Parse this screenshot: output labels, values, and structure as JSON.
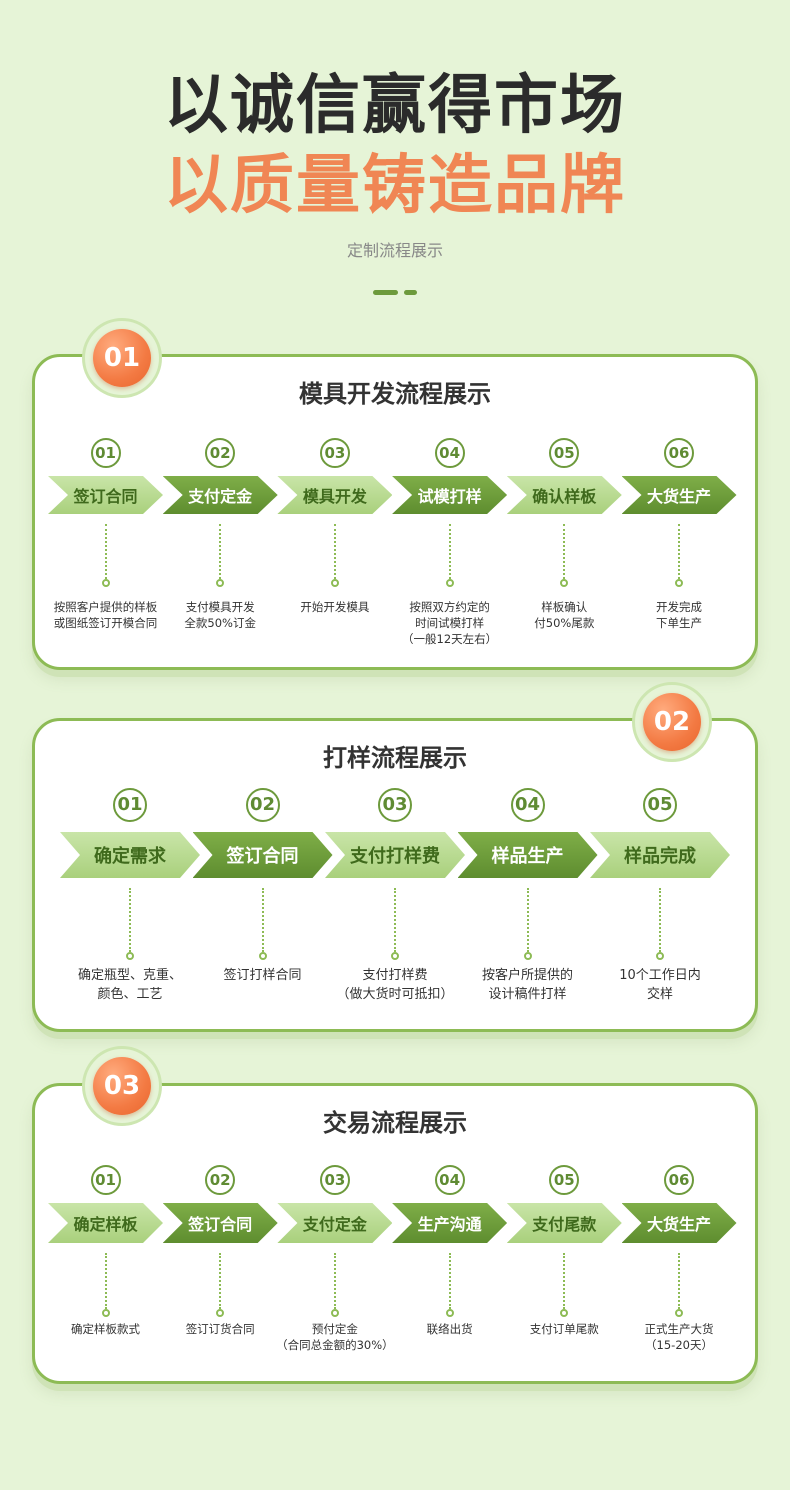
{
  "header": {
    "title_line1": "以诚信赢得市场",
    "title_line2": "以质量铸造品牌",
    "subtitle": "定制流程展示"
  },
  "colors": {
    "background": "#e6f4d7",
    "accent_green": "#6d9a3c",
    "light_green": "#c9e5a8",
    "accent_orange": "#f08654",
    "title_dark": "#2b2b2b"
  },
  "sections": [
    {
      "badge": "01",
      "title": "模具开发流程展示",
      "steps": [
        {
          "num": "01",
          "label": "签订合同",
          "desc": [
            "按照客户提供的样板",
            "或图纸签订开模合同"
          ]
        },
        {
          "num": "02",
          "label": "支付定金",
          "desc": [
            "支付模具开发",
            "全款50%订金"
          ]
        },
        {
          "num": "03",
          "label": "模具开发",
          "desc": [
            "开始开发模具"
          ]
        },
        {
          "num": "04",
          "label": "试模打样",
          "desc": [
            "按照双方约定的",
            "时间试模打样",
            "（一般12天左右）"
          ]
        },
        {
          "num": "05",
          "label": "确认样板",
          "desc": [
            "样板确认",
            "付50%尾款"
          ]
        },
        {
          "num": "06",
          "label": "大货生产",
          "desc": [
            "开发完成",
            "下单生产"
          ]
        }
      ]
    },
    {
      "badge": "02",
      "title": "打样流程展示",
      "steps": [
        {
          "num": "01",
          "label": "确定需求",
          "desc": [
            "确定瓶型、克重、",
            "颜色、工艺"
          ]
        },
        {
          "num": "02",
          "label": "签订合同",
          "desc": [
            "签订打样合同"
          ]
        },
        {
          "num": "03",
          "label": "支付打样费",
          "desc": [
            "支付打样费",
            "（做大货时可抵扣）"
          ]
        },
        {
          "num": "04",
          "label": "样品生产",
          "desc": [
            "按客户所提供的",
            "设计稿件打样"
          ]
        },
        {
          "num": "05",
          "label": "样品完成",
          "desc": [
            "10个工作日内",
            "交样"
          ]
        }
      ]
    },
    {
      "badge": "03",
      "title": "交易流程展示",
      "steps": [
        {
          "num": "01",
          "label": "确定样板",
          "desc": [
            "确定样板款式"
          ]
        },
        {
          "num": "02",
          "label": "签订合同",
          "desc": [
            "签订订货合同"
          ]
        },
        {
          "num": "03",
          "label": "支付定金",
          "desc": [
            "预付定金",
            "（合同总金额的30%）"
          ]
        },
        {
          "num": "04",
          "label": "生产沟通",
          "desc": [
            "联络出货"
          ]
        },
        {
          "num": "05",
          "label": "支付尾款",
          "desc": [
            "支付订单尾款"
          ]
        },
        {
          "num": "06",
          "label": "大货生产",
          "desc": [
            "正式生产大货",
            "（15-20天）"
          ]
        }
      ]
    }
  ]
}
